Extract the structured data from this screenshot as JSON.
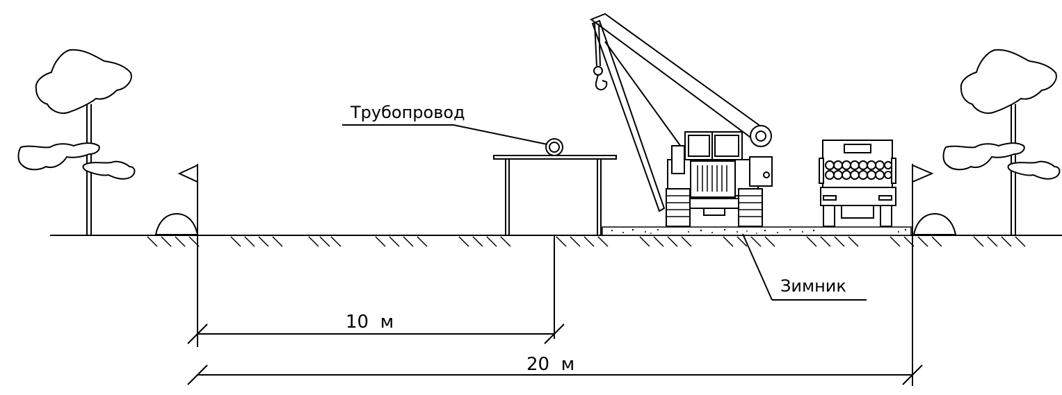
{
  "labels": {
    "pipeline": "Трубопровод",
    "winter_road": "Зимник"
  },
  "dimensions": {
    "d10": "10  м",
    "d20": "20  м"
  },
  "colors": {
    "line": "#000000",
    "background": "#ffffff"
  }
}
